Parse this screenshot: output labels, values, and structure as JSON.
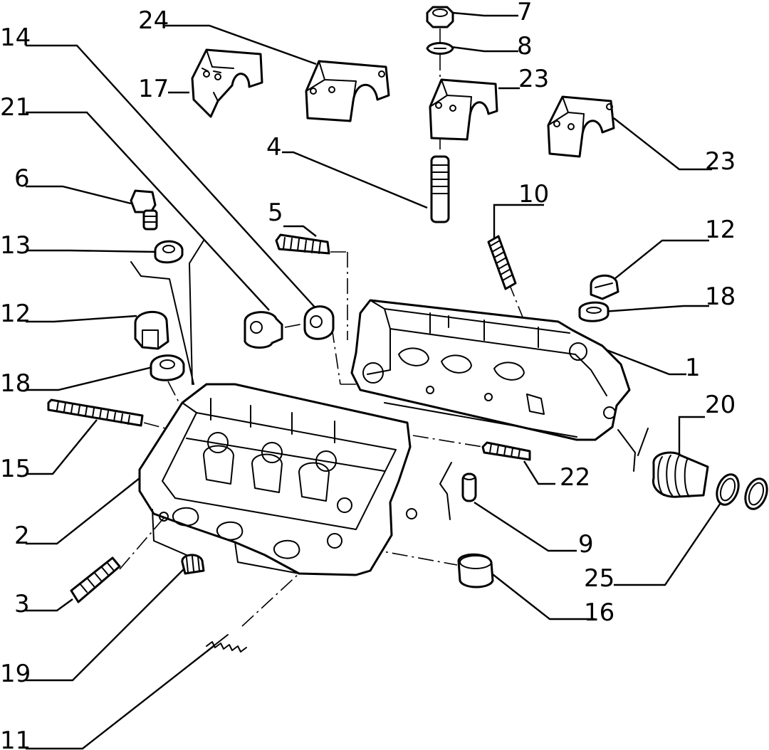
{
  "diagram": {
    "callouts": [
      {
        "id": "c24a",
        "label": "24"
      },
      {
        "id": "c14",
        "label": "14"
      },
      {
        "id": "c17",
        "label": "17"
      },
      {
        "id": "c21",
        "label": "21"
      },
      {
        "id": "c7",
        "label": "7"
      },
      {
        "id": "c8",
        "label": "8"
      },
      {
        "id": "c23a",
        "label": "23"
      },
      {
        "id": "c23b",
        "label": "23"
      },
      {
        "id": "c4",
        "label": "4"
      },
      {
        "id": "c10",
        "label": "10"
      },
      {
        "id": "c6",
        "label": "6"
      },
      {
        "id": "c5",
        "label": "5"
      },
      {
        "id": "c12a",
        "label": "12"
      },
      {
        "id": "c13",
        "label": "13"
      },
      {
        "id": "c18a",
        "label": "18"
      },
      {
        "id": "c12b",
        "label": "12"
      },
      {
        "id": "c1",
        "label": "1"
      },
      {
        "id": "c18b",
        "label": "18"
      },
      {
        "id": "c20",
        "label": "20"
      },
      {
        "id": "c15",
        "label": "15"
      },
      {
        "id": "c22",
        "label": "22"
      },
      {
        "id": "c2",
        "label": "2"
      },
      {
        "id": "c9",
        "label": "9"
      },
      {
        "id": "c25",
        "label": "25"
      },
      {
        "id": "c3",
        "label": "3"
      },
      {
        "id": "c16",
        "label": "16"
      },
      {
        "id": "c19",
        "label": "19"
      },
      {
        "id": "c11",
        "label": "11"
      }
    ]
  }
}
